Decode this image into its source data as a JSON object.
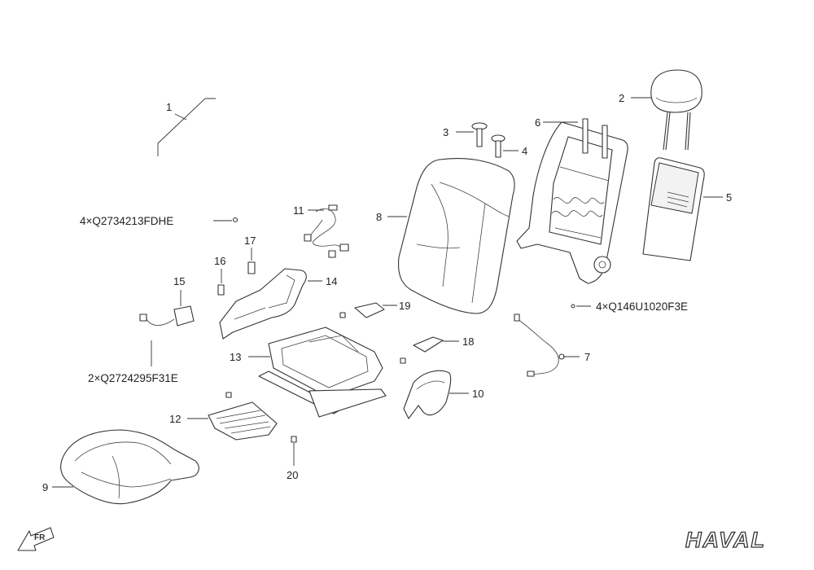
{
  "callouts": {
    "c1": "1",
    "c2": "2",
    "c3": "3",
    "c4": "4",
    "c5": "5",
    "c6": "6",
    "c7": "7",
    "c8": "8",
    "c9": "9",
    "c10": "10",
    "c11": "11",
    "c12": "12",
    "c13": "13",
    "c14": "14",
    "c15": "15",
    "c16": "16",
    "c17": "17",
    "c18": "18",
    "c19": "19",
    "c20": "20"
  },
  "fasteners": {
    "f1": "4×Q2734213FDHE",
    "f2": "4×Q146U1020F3E",
    "f3": "2×Q2724295F31E"
  },
  "brand": "HAVAL",
  "direction": "FR"
}
